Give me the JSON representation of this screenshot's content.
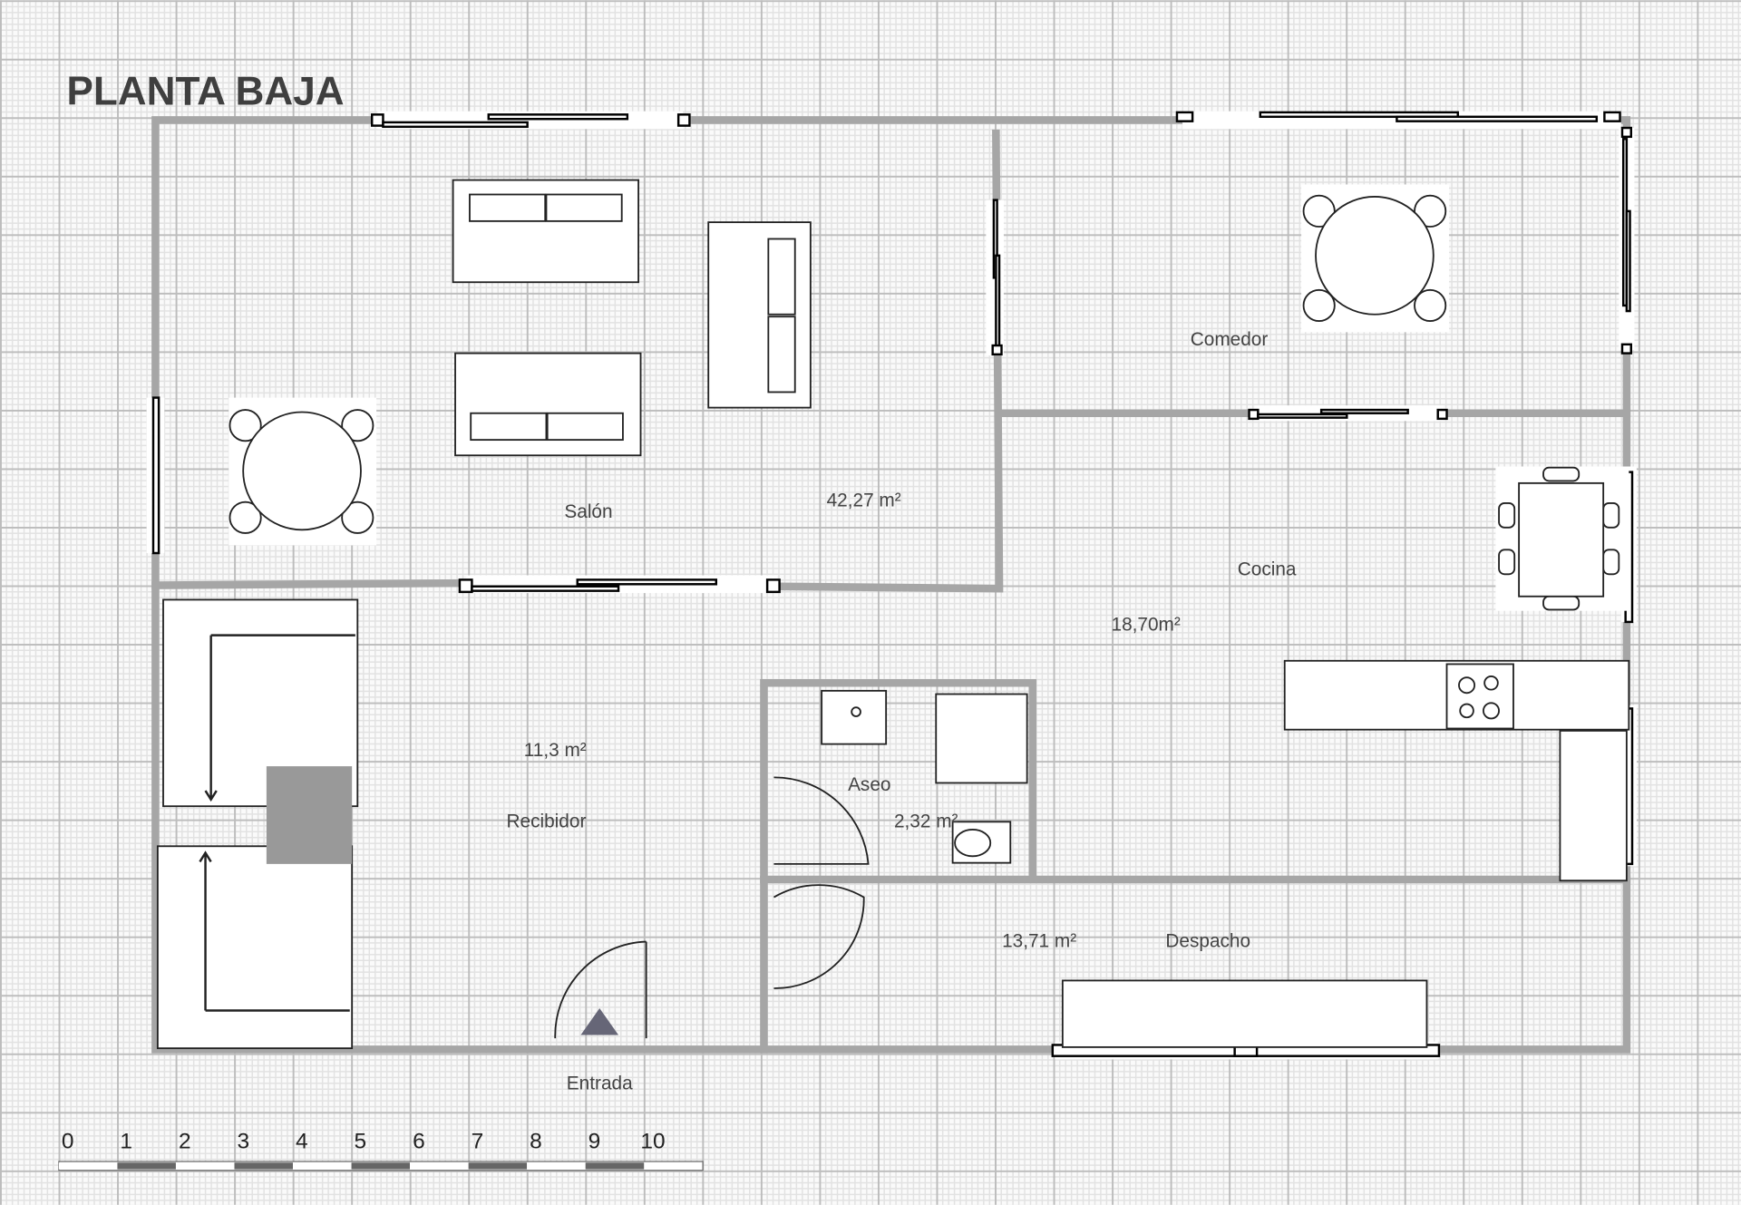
{
  "title": "PLANTA BAJA",
  "rooms": [
    {
      "name": "Salón",
      "area": "42,27 m²"
    },
    {
      "name": "Comedor"
    },
    {
      "name": "Cocina",
      "area": "18,70m²"
    },
    {
      "name": "Recibidor",
      "area": "11,3 m²"
    },
    {
      "name": "Aseo",
      "area": "2,32 m²"
    },
    {
      "name": "Despacho",
      "area": "13,71 m²"
    },
    {
      "name": "Entrada"
    }
  ],
  "scale": {
    "ticks": [
      "0",
      "1",
      "2",
      "3",
      "4",
      "5",
      "6",
      "7",
      "8",
      "9",
      "10"
    ]
  },
  "colors": {
    "wall": "#a6a6a6",
    "grid": "#c8c8c8",
    "background": "#f2f2f2"
  }
}
